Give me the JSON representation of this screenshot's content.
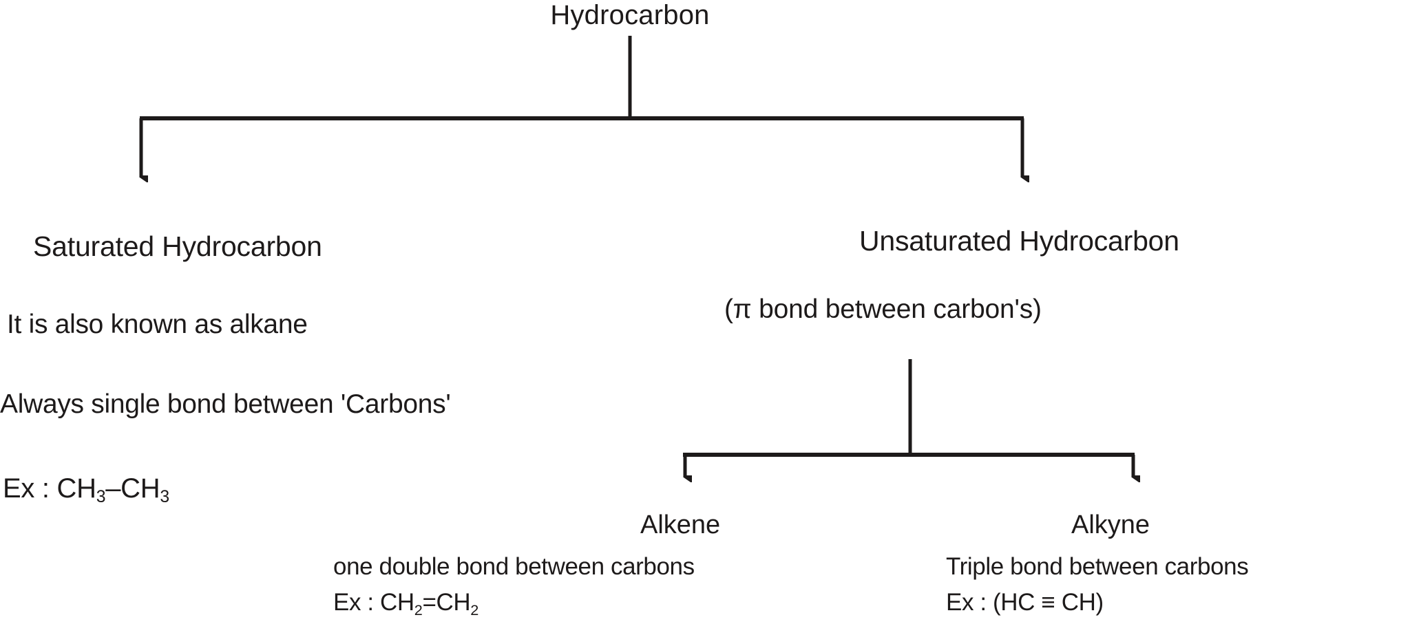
{
  "diagram": {
    "title": "Hydrocarbon",
    "type": "classification-tree",
    "line_color": "#1d1a1a",
    "text_color": "#1d1a1a",
    "background": "#ffffff",
    "root": {
      "label": "Hydrocarbon"
    },
    "branches": [
      {
        "id": "saturated",
        "label": "Saturated Hydrocarbon",
        "notes": [
          "It is also known as alkane",
          "Always single bond between 'Carbons'"
        ],
        "example_prefix": "Ex : CH",
        "example_sub1": "3",
        "example_mid": "–CH",
        "example_sub2": "3",
        "example_full": "Ex : CH3–CH3"
      },
      {
        "id": "unsaturated",
        "label": "Unsaturated Hydrocarbon",
        "annotation": "(π bond between carbon's)",
        "children": [
          {
            "id": "alkene",
            "label": "Alkene",
            "description": "one double bond between carbons",
            "example_prefix": "Ex : CH",
            "example_sub1": "2",
            "example_mid": "=CH",
            "example_sub2": "2",
            "example_full": "Ex : CH2=CH2"
          },
          {
            "id": "alkyne",
            "label": "Alkyne",
            "description": "Triple bond between carbons",
            "example_full": "Ex : (HC ≡ CH)"
          }
        ]
      }
    ]
  }
}
